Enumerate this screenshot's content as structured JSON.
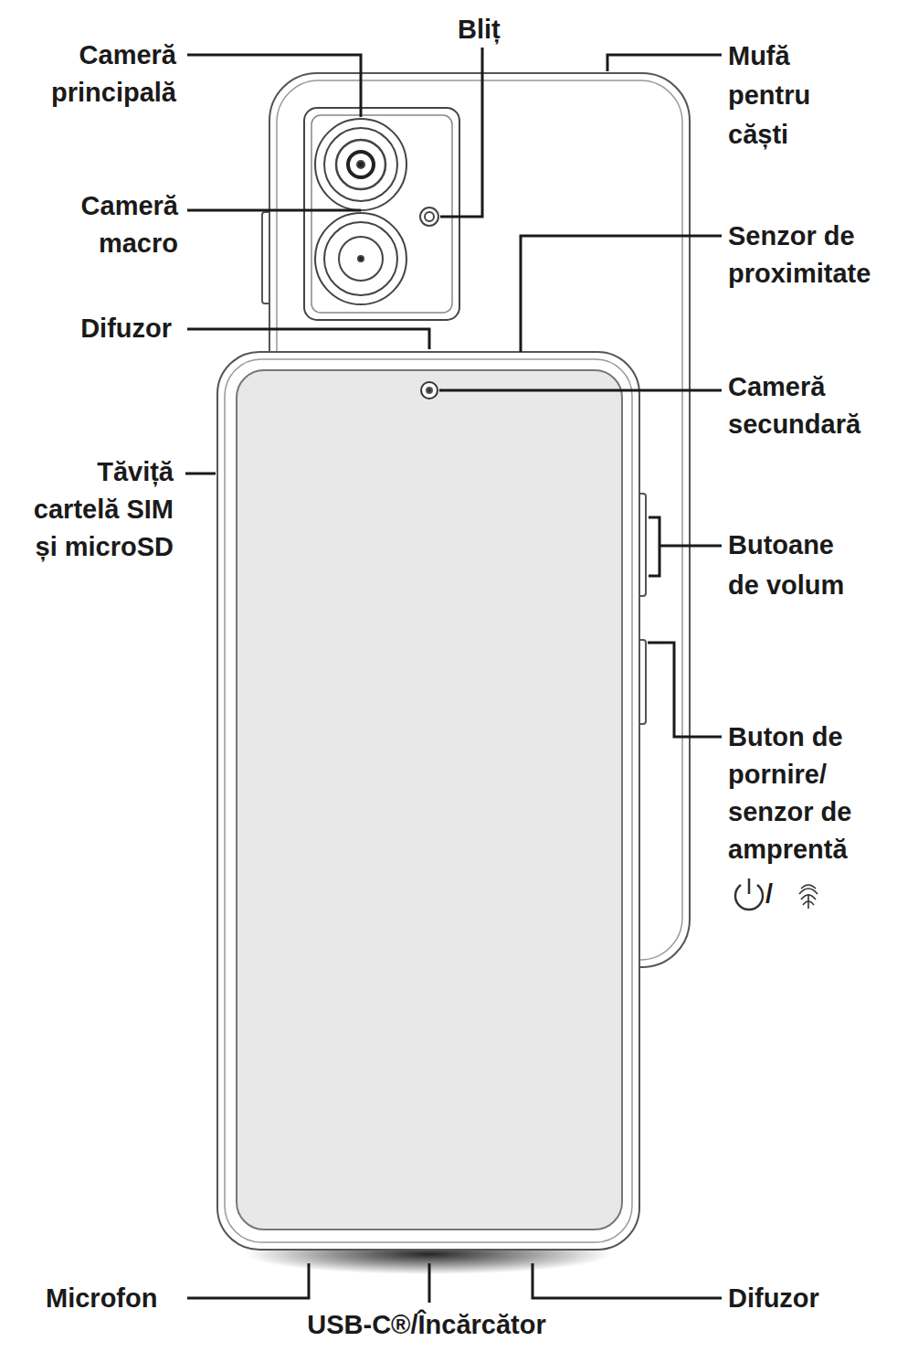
{
  "diagram": {
    "labels": [
      "Cameră principală",
      "Bliț",
      "Mufă pentru căști",
      "Cameră macro",
      "Senzor de proximitate",
      "Difuzor",
      "Cameră secundară",
      "Tăviță cartelă SIM și microSD",
      "Butoane de volum",
      "Buton de pornire/ senzor de amprentă",
      "/",
      "Microfon",
      "USB-C®/Încărcător",
      "Difuzor"
    ]
  }
}
